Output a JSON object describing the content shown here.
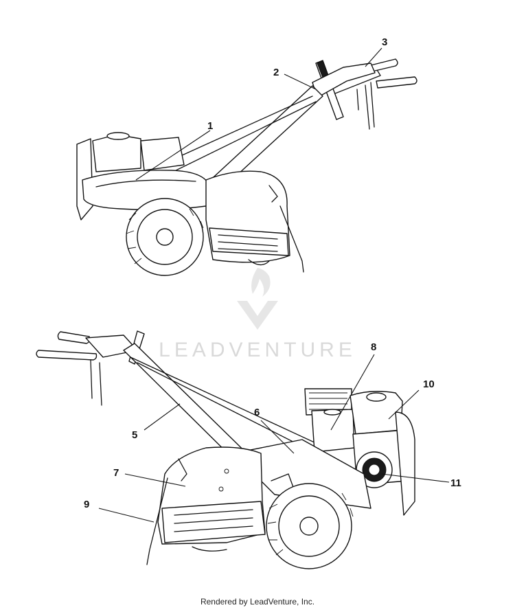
{
  "callouts": {
    "c1": "1",
    "c2": "2",
    "c3": "3",
    "c5": "5",
    "c6": "6",
    "c7": "7",
    "c8": "8",
    "c9": "9",
    "c10": "10",
    "c11": "11"
  },
  "watermark": {
    "brand": "LEADVENTURE"
  },
  "footer": {
    "text": "Rendered by LeadVenture, Inc."
  },
  "colors": {
    "line": "#111111",
    "watermark": "#d9d9d9",
    "background": "#ffffff"
  },
  "icons": {
    "watermark_logo": "flame-v-logo-icon"
  }
}
